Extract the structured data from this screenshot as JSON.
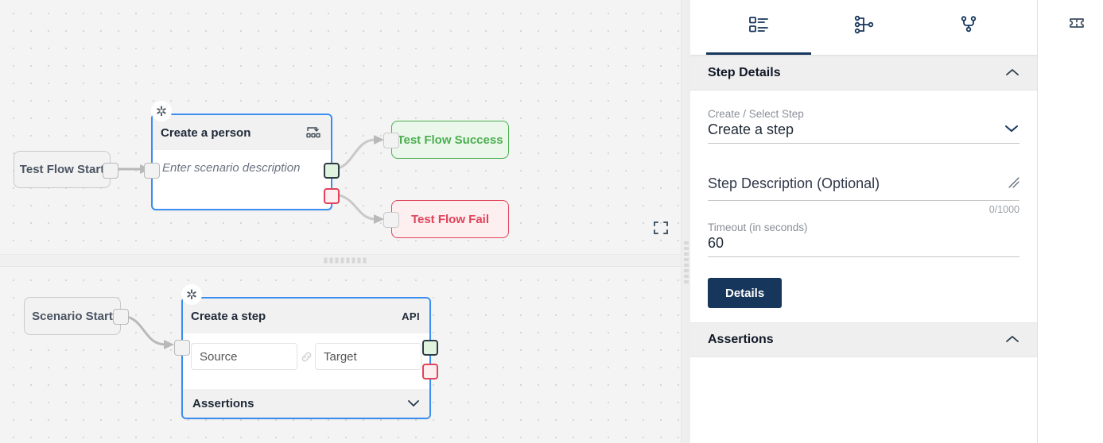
{
  "canvas": {
    "top_flow": {
      "start_node": {
        "label": "Test Flow Start"
      },
      "main_node": {
        "title": "Create a person",
        "description_placeholder": "Enter scenario description",
        "required_badge": "✲",
        "icon": "subflow-icon"
      },
      "success_node": {
        "label": "Test Flow Success"
      },
      "fail_node": {
        "label": "Test Flow Fail"
      },
      "fit_icon": "fit-to-screen-icon"
    },
    "bottom_flow": {
      "start_node": {
        "label": "Scenario Start"
      },
      "main_node": {
        "title": "Create a step",
        "tag": "API",
        "required_badge": "✲",
        "source_placeholder": "Source",
        "target_placeholder": "Target",
        "link_icon": "link-icon",
        "footer_label": "Assertions",
        "footer_chevron": "chevron-down-icon"
      }
    }
  },
  "right_panel": {
    "tabs": [
      {
        "name": "details-tab",
        "icon": "list-details-icon",
        "active": true
      },
      {
        "name": "hierarchy-tab",
        "icon": "sitemap-icon",
        "active": false
      },
      {
        "name": "branches-tab",
        "icon": "git-branch-icon",
        "active": false
      }
    ],
    "step_details": {
      "header": "Step Details",
      "collapse_icon": "chevron-up-icon",
      "select_step": {
        "label": "Create / Select Step",
        "value": "Create a step",
        "dropdown_icon": "chevron-down-icon"
      },
      "step_description": {
        "label": "Step Description (Optional)",
        "value": "",
        "counter": "0/1000",
        "resize_icon": "resize-grip-icon"
      },
      "timeout": {
        "label": "Timeout (in seconds)",
        "value": "60"
      },
      "details_button": "Details"
    },
    "assertions": {
      "header": "Assertions",
      "collapse_icon": "chevron-up-icon"
    }
  },
  "far_right": {
    "panel_toggle_icon": "collapse-panel-icon"
  },
  "colors": {
    "accent": "#17365c",
    "node_selected": "#3b8df0",
    "success": "#4caf50",
    "fail": "#e0435a"
  }
}
